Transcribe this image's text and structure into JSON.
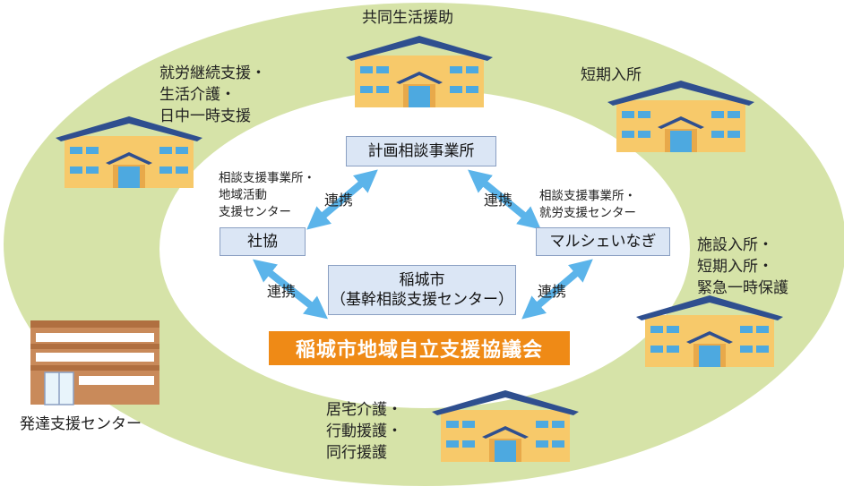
{
  "facilities": {
    "group_home": "共同生活援助",
    "employment": "就労継続支援・\n生活介護・\n日中一時支援",
    "short_stay": "短期入所",
    "facility_admission": "施設入所・\n短期入所・\n緊急一時保護",
    "home_care": "居宅介護・\n行動援護・\n同行援護",
    "development_center": "発達支援センター"
  },
  "core": {
    "planning_office": "計画相談事業所",
    "social_welfare": "社協",
    "social_welfare_note": "相談支援事業所・\n地域活動\n支援センター",
    "marche": "マルシェいなぎ",
    "marche_note": "相談支援事業所・\n就労支援センター",
    "city": "稲城市\n（基幹相談支援センター）",
    "council": "稲城市地域自立支援協議会"
  },
  "links": {
    "top_left": "連携",
    "top_right": "連携",
    "bottom_left": "連携",
    "bottom_right": "連携"
  },
  "colors": {
    "outer_ring": "#d6e3a8",
    "house_wall": "#f7c96a",
    "house_roof": "#2f4f8f",
    "window": "#4da9e0",
    "arrow": "#5bb4ea",
    "council_bg": "#ef8a16",
    "box_bg": "#dbe6f5",
    "building": "#c98a5a"
  }
}
